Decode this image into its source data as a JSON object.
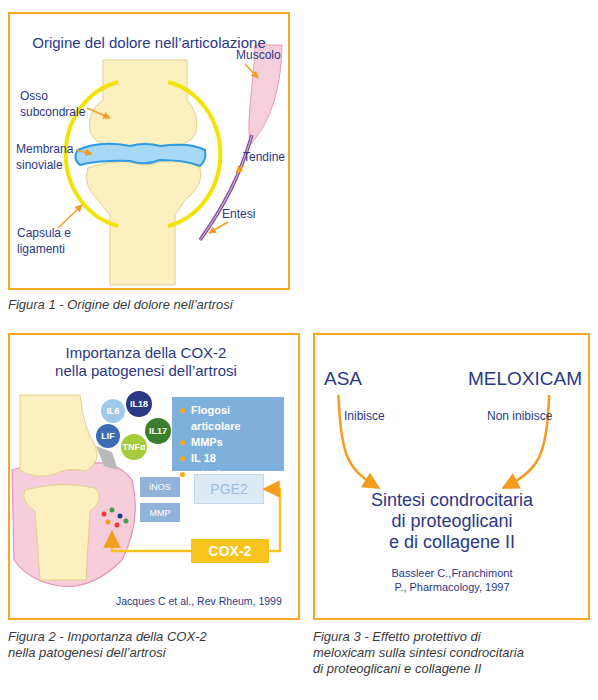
{
  "diagram": {
    "nodes": [
      {
        "text": [
          "Origine del dolore nell’articolazione"
        ]
      },
      {
        "text": [
          "Importanza della COX-2 nella patogenesi dell’artrosi",
          "Jacques C et al., Rev Rheum, 1999"
        ]
      },
      {
        "text": [
          "IL6"
        ],
        "in": 1
      },
      {
        "text": [
          "IL18"
        ],
        "in": 1
      },
      {
        "text": [
          "LIF"
        ],
        "in": 1
      },
      {
        "text": [
          "IL17"
        ],
        "in": 1
      },
      {
        "text": [
          "TNFα"
        ],
        "in": 1
      },
      {
        "text": [
          "Flogosi articolare",
          "MMPs",
          "IL 18",
          "o tosi"
        ],
        "in": 1
      },
      {
        "text": [
          "iNOS"
        ],
        "in": 1
      },
      {
        "text": [
          "MMP"
        ],
        "in": 1
      },
      {
        "text": [
          "PGE2"
        ],
        "in": 1
      },
      {
        "text": [
          "COX-2"
        ],
        "in": 1
      },
      {
        "text": [
          "Bassleer C.,Franchimont P., Pharmacology, 1997"
        ]
      },
      {
        "text": [
          "ASA"
        ],
        "in": 12
      },
      {
        "text": [
          "MELOXICAM"
        ],
        "in": 12
      },
      {
        "text": [
          "Sintesi condrocitaria di proteoglicani e di collagene II"
        ],
        "in": 12
      }
    ],
    "edges": [
      {
        "from": 11,
        "to": 10,
        "arrow": "to"
      },
      {
        "from": 13,
        "to": 15,
        "label": "Inibisce",
        "arrow": "to"
      },
      {
        "from": 14,
        "to": 15,
        "label": "Non inibisce",
        "arrow": "to"
      }
    ],
    "labels": [
      "Osso subcondrale",
      "Membrana sinoviale",
      "Capsula e ligamenti",
      "Muscolo",
      "Tendine",
      "Entesi",
      "Figura 1 - Origine del dolore nell’artrosi",
      "Figura 2 - Importanza della COX-2 nella patogenesi dell’artrosi",
      "Figura 3 - Effetto protettivo di meloxicam sulla sintesi condrocitaria di proteoglicani e collagene II"
    ]
  }
}
